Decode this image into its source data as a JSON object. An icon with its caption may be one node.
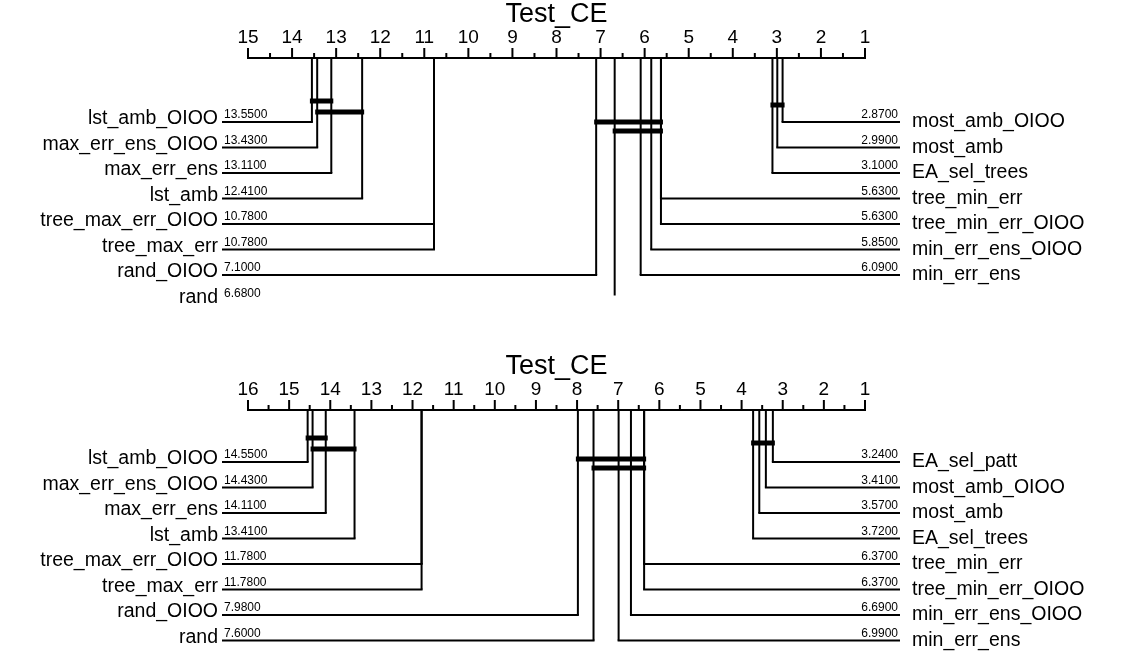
{
  "diagram": {
    "labels": [
      "Test_CE",
      "15",
      "14",
      "13",
      "12",
      "11",
      "10",
      "9",
      "8",
      "7",
      "6",
      "5",
      "4",
      "3",
      "2",
      "1",
      "lst_amb_OIOO",
      "13.5500",
      "2.8700",
      "most_amb_OIOO",
      "max_err_ens_OIOO",
      "13.4300",
      "2.9900",
      "most_amb",
      "max_err_ens",
      "13.1100",
      "3.1000",
      "EA_sel_trees",
      "lst_amb",
      "12.4100",
      "5.6300",
      "tree_min_err",
      "tree_max_err_OIOO",
      "10.7800",
      "5.6300",
      "tree_min_err_OIOO",
      "tree_max_err",
      "10.7800",
      "5.8500",
      "min_err_ens_OIOO",
      "rand_OIOO",
      "7.1000",
      "6.0900",
      "min_err_ens",
      "rand",
      "6.6800",
      "Test_CE",
      "16",
      "15",
      "14",
      "13",
      "12",
      "11",
      "10",
      "9",
      "8",
      "7",
      "6",
      "5",
      "4",
      "3",
      "2",
      "1",
      "lst_amb_OIOO",
      "14.5500",
      "3.2400",
      "EA_sel_patt",
      "max_err_ens_OIOO",
      "14.4300",
      "3.4100",
      "most_amb_OIOO",
      "max_err_ens",
      "14.1100",
      "3.5700",
      "most_amb",
      "lst_amb",
      "13.4100",
      "3.7200",
      "EA_sel_trees",
      "tree_max_err_OIOO",
      "11.7800",
      "6.3700",
      "tree_min_err",
      "tree_max_err",
      "11.7800",
      "6.3700",
      "tree_min_err_OIOO",
      "rand_OIOO",
      "7.9800",
      "6.6900",
      "min_err_ens_OIOO",
      "rand",
      "7.6000",
      "6.9900",
      "min_err_ens"
    ]
  }
}
